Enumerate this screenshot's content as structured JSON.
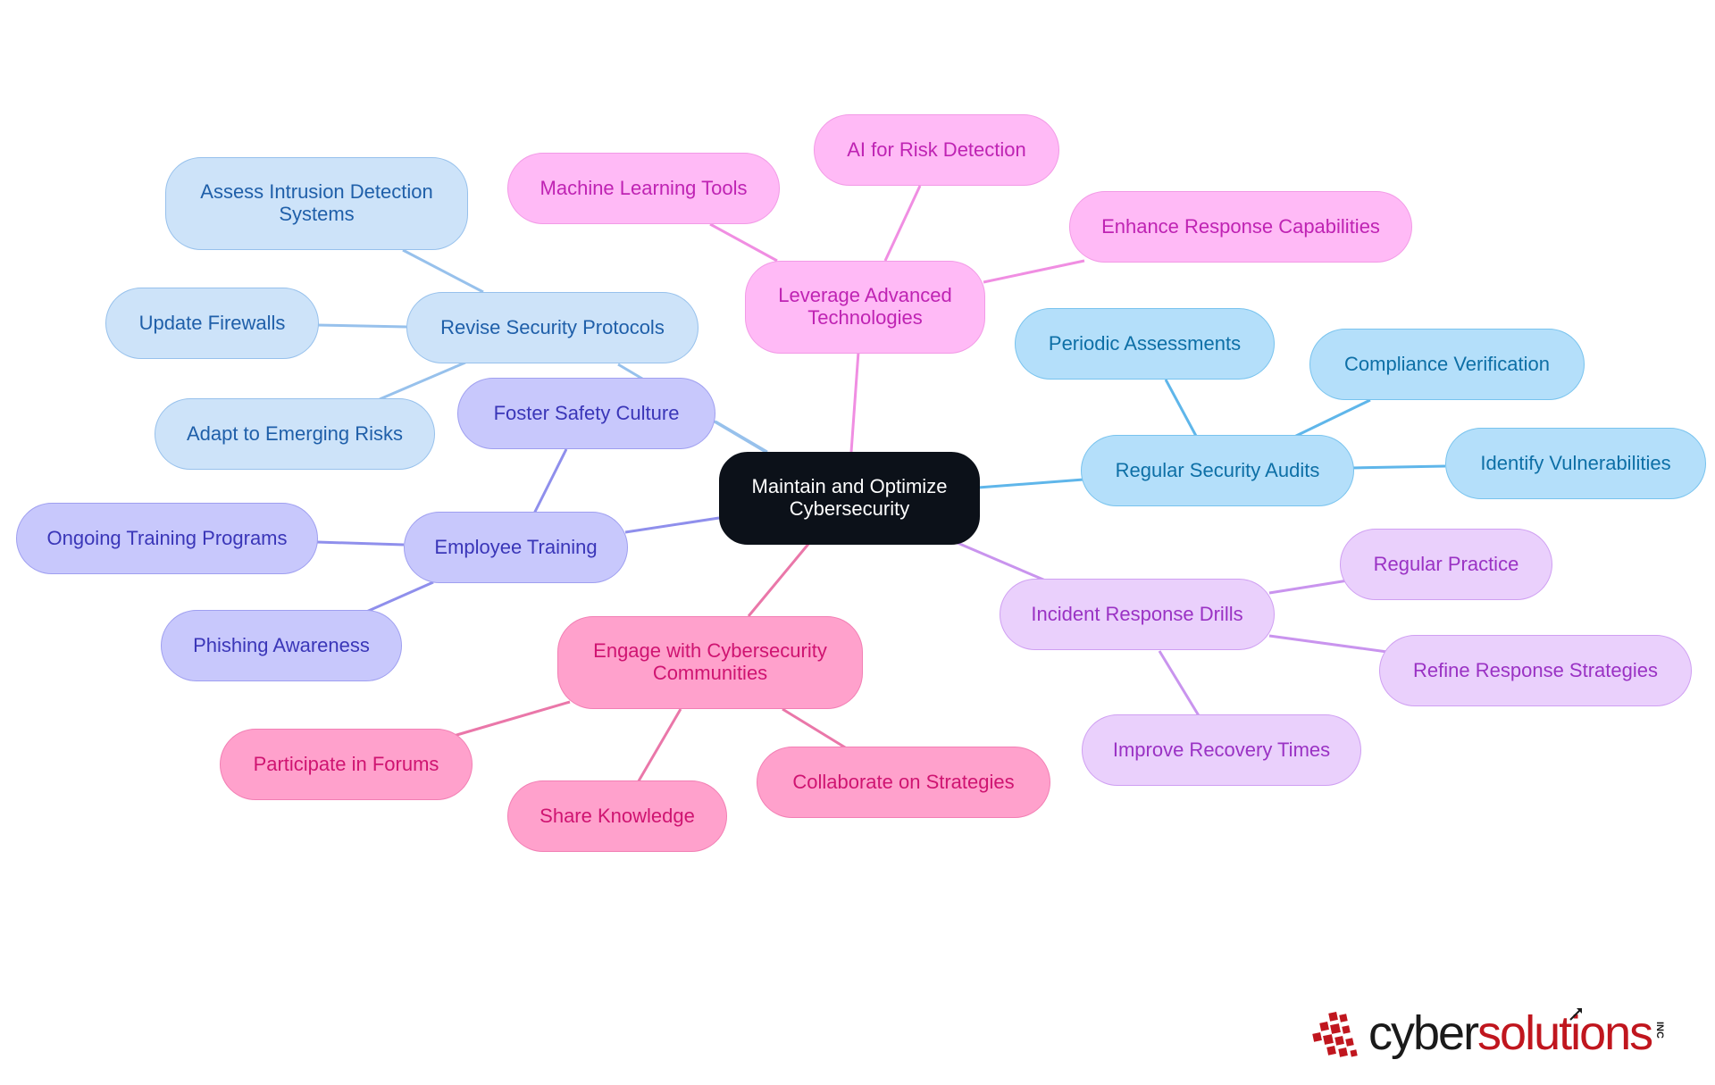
{
  "diagram": {
    "root": {
      "label": "Maintain and Optimize\nCybersecurity"
    },
    "branches": [
      {
        "id": "protocols",
        "label": "Revise Security Protocols",
        "theme": "light-blue",
        "color": "#97c1ec",
        "children": [
          "Assess Intrusion Detection\nSystems",
          "Update Firewalls",
          "Adapt to Emerging Risks"
        ]
      },
      {
        "id": "tech",
        "label": "Leverage Advanced\nTechnologies",
        "theme": "magenta",
        "color": "#f08ee2",
        "children": [
          "Machine Learning Tools",
          "AI for Risk Detection",
          "Enhance Response Capabilities"
        ]
      },
      {
        "id": "audits",
        "label": "Regular Security Audits",
        "theme": "sky-blue",
        "color": "#5fb6ea",
        "children": [
          "Periodic Assessments",
          "Compliance Verification",
          "Identify Vulnerabilities"
        ]
      },
      {
        "id": "training",
        "label": "Employee Training",
        "theme": "lavender",
        "color": "#8f8fec",
        "children": [
          "Foster Safety Culture",
          "Ongoing Training Programs",
          "Phishing Awareness"
        ]
      },
      {
        "id": "drills",
        "label": "Incident Response Drills",
        "theme": "purple",
        "color": "#c994ee",
        "children": [
          "Regular Practice",
          "Refine Response Strategies",
          "Improve Recovery Times"
        ]
      },
      {
        "id": "communities",
        "label": "Engage with Cybersecurity\nCommunities",
        "theme": "hot-pink",
        "color": "#ea77a9",
        "children": [
          "Participate in Forums",
          "Share Knowledge",
          "Collaborate on Strategies"
        ]
      }
    ]
  },
  "logo": {
    "part1": "cyber",
    "part2": "solutions",
    "suffix": "INC",
    "colors": {
      "dark": "#1a1a1a",
      "red": "#c0161e"
    }
  },
  "link_colors": {
    "root-protocols": "#97c1ec",
    "root-tech": "#f08ee2",
    "root-audits": "#5fb6ea",
    "root-training": "#8f8fec",
    "root-drills": "#c994ee",
    "root-communities": "#ea77a9"
  }
}
